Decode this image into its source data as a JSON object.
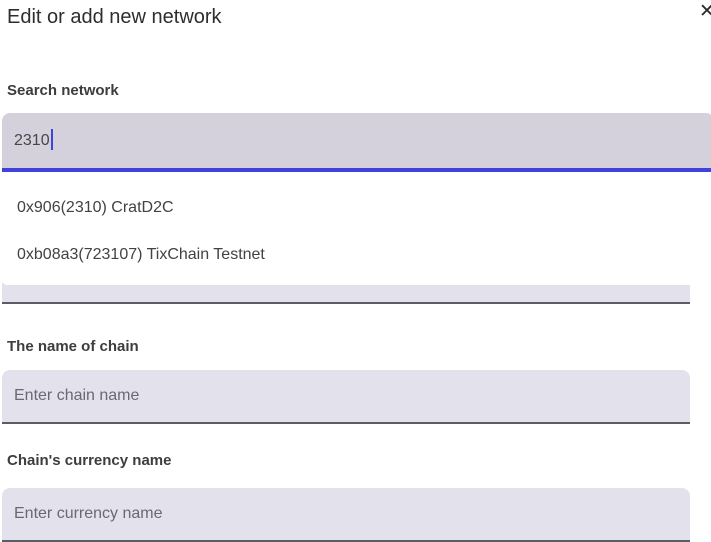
{
  "dialog": {
    "title": "Edit or add new network",
    "close_icon": "✕"
  },
  "search": {
    "label": "Search network",
    "value": "2310",
    "results": [
      {
        "label": "0x906(2310) CratD2C"
      },
      {
        "label": "0xb08a3(723107) TixChain Testnet"
      }
    ]
  },
  "fields": {
    "chain_name": {
      "label": "The name of chain",
      "placeholder": "Enter chain name"
    },
    "currency_name": {
      "label": "Chain's currency name",
      "placeholder": "Enter currency name"
    }
  },
  "colors": {
    "accent_blue": "#3f43dc",
    "input_bg": "#e3e1eb",
    "input_bg_focused": "#d4d1dc",
    "input_border_dark": "#5d5b67"
  }
}
